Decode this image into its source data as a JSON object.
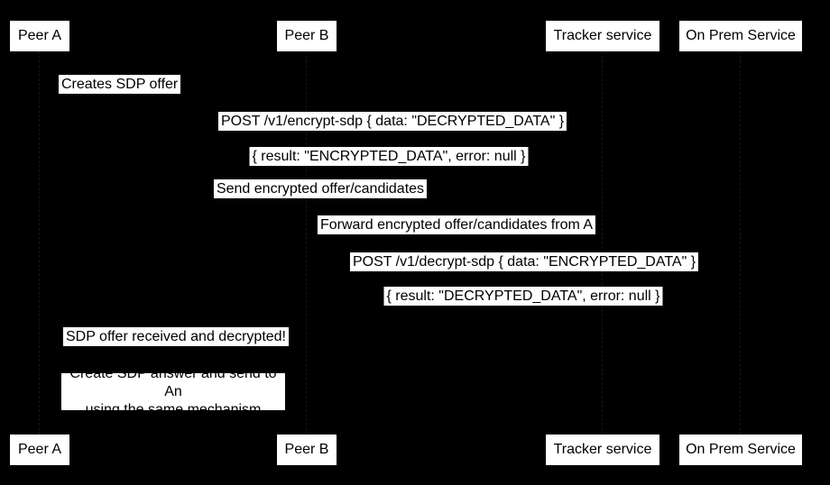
{
  "diagram": {
    "type": "sequence-diagram",
    "background_color": "#000000",
    "label_background_color": "#ffffff",
    "label_text_color": "#000000",
    "participants": [
      {
        "label": "Peer A"
      },
      {
        "label": "Peer B"
      },
      {
        "label": "Tracker service"
      },
      {
        "label": "On Prem Service"
      }
    ],
    "messages": [
      {
        "text": "Creates SDP offer",
        "from": "Peer A",
        "to": "Peer A"
      },
      {
        "text": "POST /v1/encrypt-sdp { data: \"DECRYPTED_DATA\" }",
        "from": "Peer A",
        "to": "On Prem Service"
      },
      {
        "text": "{ result: \"ENCRYPTED_DATA\", error: null }",
        "from": "On Prem Service",
        "to": "Peer A"
      },
      {
        "text": "Send encrypted offer/candidates",
        "from": "Peer A",
        "to": "Tracker service"
      },
      {
        "text": "Forward encrypted offer/candidates from A",
        "from": "Tracker service",
        "to": "Peer B"
      },
      {
        "text": "POST /v1/decrypt-sdp { data: \"ENCRYPTED_DATA\" }",
        "from": "Peer B",
        "to": "On Prem Service"
      },
      {
        "text": "{ result: \"DECRYPTED_DATA\", error: null }",
        "from": "On Prem Service",
        "to": "Peer B"
      },
      {
        "text": "SDP offer received and decrypted!",
        "from": "Peer B",
        "to": "Peer A"
      }
    ],
    "note": {
      "line1": "Create SDP answer and send to An",
      "line2": "using the same mechanism"
    }
  }
}
